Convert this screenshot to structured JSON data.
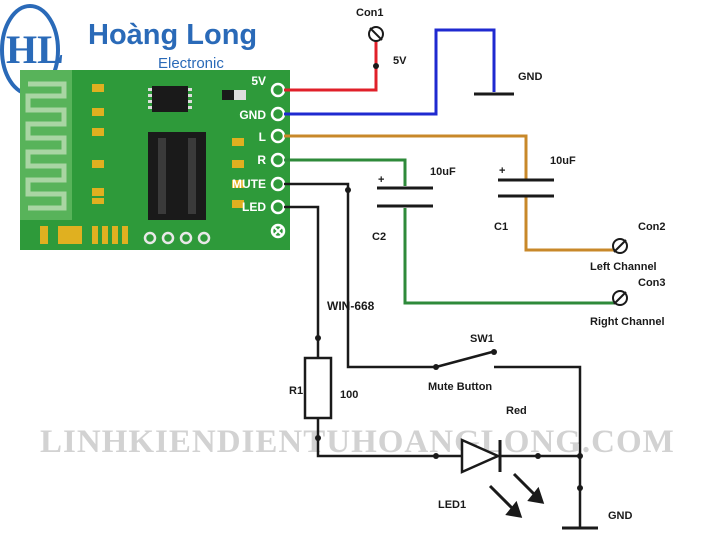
{
  "logo": {
    "monogram": "HL",
    "brand_name": "Hoàng Long",
    "brand_sub": "Electronic"
  },
  "module": {
    "name": "WIN-668",
    "pins": [
      "5V",
      "GND",
      "L",
      "R",
      "MUTE",
      "LED"
    ]
  },
  "components": {
    "con1": {
      "ref": "Con1",
      "value": "5V"
    },
    "gnd_top": {
      "label": "GND"
    },
    "c1": {
      "ref": "C1",
      "value": "10uF",
      "polarity": "+"
    },
    "c2": {
      "ref": "C2",
      "value": "10uF",
      "polarity": "+"
    },
    "con2": {
      "ref": "Con2",
      "label": "Left Channel"
    },
    "con3": {
      "ref": "Con3",
      "label": "Right Channel"
    },
    "sw1": {
      "ref": "SW1",
      "label": "Mute Button"
    },
    "r1": {
      "ref": "R1",
      "value": "100"
    },
    "led1": {
      "ref": "LED1",
      "color_label": "Red"
    },
    "gnd_bottom": {
      "label": "GND"
    }
  },
  "watermark": "LINHKIENDIENTUHOANGLONG.COM",
  "colors": {
    "pcb": "#2e9a3a",
    "pcb_dark": "#1e7a2a",
    "wire_5v": "#e0202a",
    "wire_gnd": "#1f2ad0",
    "wire_left": "#c8882a",
    "wire_right": "#2e8a3a",
    "wire_black": "#1a1a1a",
    "brand_blue": "#2a6ab8",
    "watermark": "#d0d0d0"
  }
}
